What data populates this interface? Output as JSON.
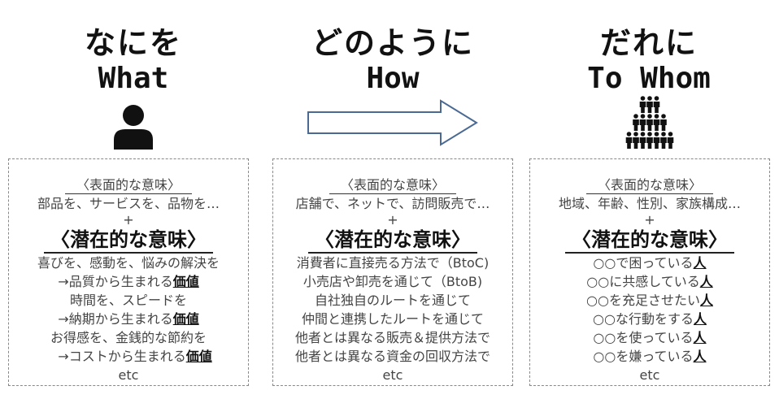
{
  "columns": [
    {
      "title_jp": "なにを",
      "title_en": "What",
      "icon": "person-icon",
      "surface_label": "〈表面的な意味〉",
      "surface_text": "部品を、サービスを、品物を…",
      "plus": "+",
      "latent_label": "〈潜在的な意味〉",
      "lines": [
        {
          "text": "喜びを、感動を、悩みの解決を",
          "emph": ""
        },
        {
          "text": "→品質から生まれる",
          "emph": "価値"
        },
        {
          "text": "時間を、スピードを　　　　",
          "emph": ""
        },
        {
          "text": "→納期から生まれる",
          "emph": "価値"
        },
        {
          "text": "お得感を、金銭的な節約を　",
          "emph": ""
        },
        {
          "text": "　→コストから生まれる",
          "emph": "価値"
        }
      ],
      "etc": "etc"
    },
    {
      "title_jp": "どのように",
      "title_en": "How",
      "icon": "arrow-right-icon",
      "surface_label": "〈表面的な意味〉",
      "surface_text": "店舗で、ネットで、訪問販売で…",
      "plus": "+",
      "latent_label": "〈潜在的な意味〉",
      "lines": [
        {
          "text": "消費者に直接売る方法で（BtoC)",
          "emph": ""
        },
        {
          "text": "小売店や卸売を通じて（BtoB)",
          "emph": ""
        },
        {
          "text": "自社独自のルートを通じて",
          "emph": ""
        },
        {
          "text": "仲間と連携したルートを通じて",
          "emph": ""
        },
        {
          "text": "他者とは異なる販売＆提供方法で",
          "emph": ""
        },
        {
          "text": "他者とは異なる資金の回収方法で",
          "emph": ""
        }
      ],
      "etc": "etc"
    },
    {
      "title_jp": "だれに",
      "title_en": "To Whom",
      "icon": "crowd-icon",
      "surface_label": "〈表面的な意味〉",
      "surface_text": "地域、年齢、性別、家族構成…",
      "plus": "+",
      "latent_label": "〈潜在的な意味〉",
      "lines": [
        {
          "text": "○○で困っている",
          "emph": "人"
        },
        {
          "text": "○○に共感している",
          "emph": "人"
        },
        {
          "text": "○○を充足させたい",
          "emph": "人"
        },
        {
          "text": "○○な行動をする",
          "emph": "人"
        },
        {
          "text": "○○を使っている",
          "emph": "人"
        },
        {
          "text": "○○を嫌っている",
          "emph": "人"
        }
      ],
      "etc": "etc"
    }
  ]
}
